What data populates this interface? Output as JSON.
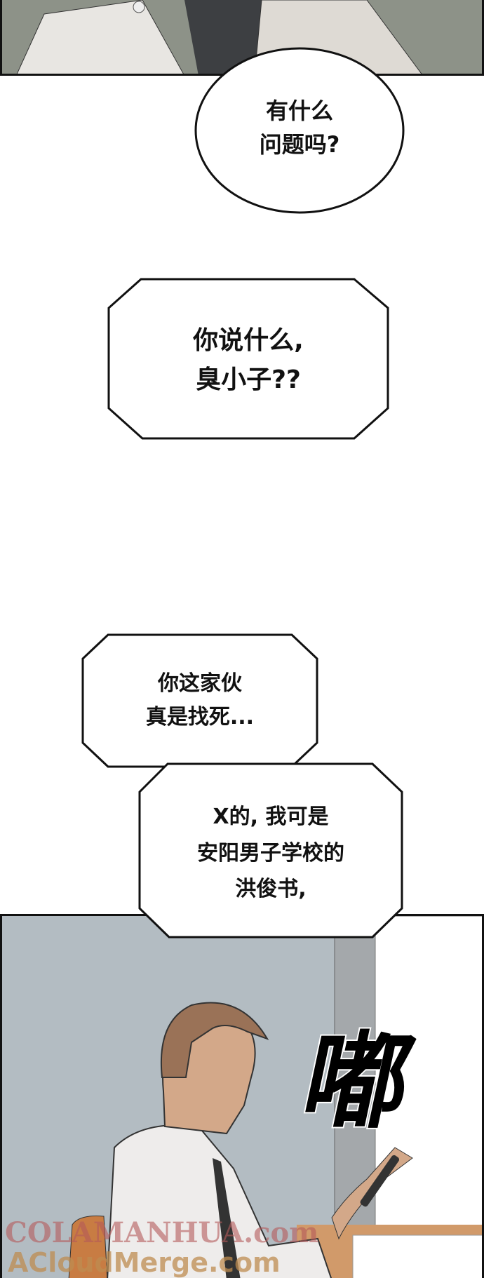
{
  "bubbles": [
    {
      "lines": [
        "有什么",
        "问题吗?"
      ]
    },
    {
      "lines": [
        "你说什么,",
        "臭小子??"
      ]
    },
    {
      "lines": [
        "你这家伙",
        "真是找死..."
      ]
    },
    {
      "lines": [
        "X的, 我可是",
        "安阳男子学校的",
        "洪俊书,"
      ]
    }
  ],
  "sfx": "嘟",
  "watermark": {
    "line1": "COLAMANHUA.com",
    "line2": "ACloudMerge.com"
  }
}
